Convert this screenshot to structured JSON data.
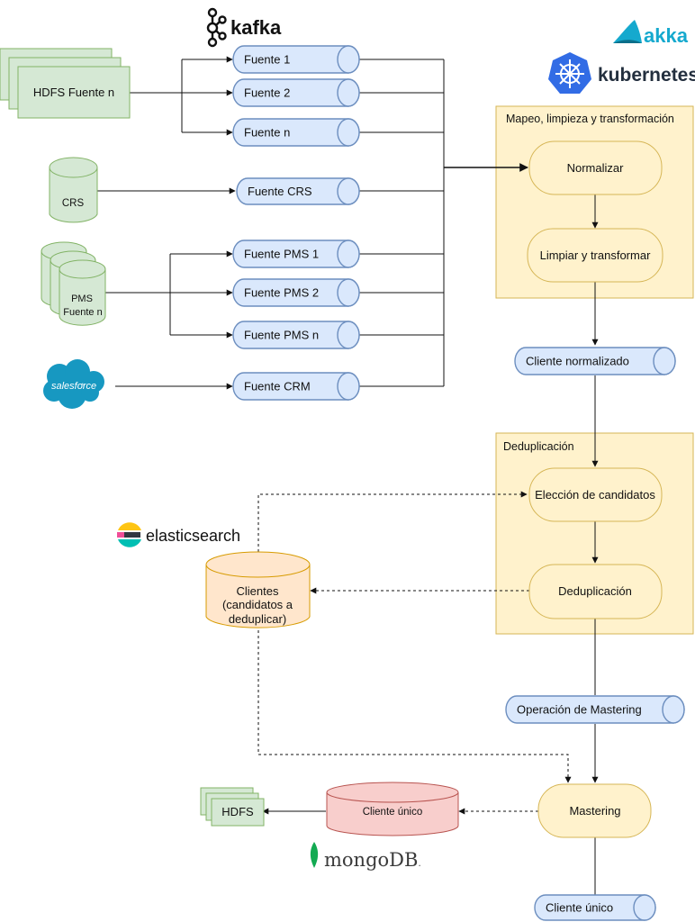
{
  "logos": {
    "kafka": "kafka",
    "akka": "akka",
    "kubernetes": "kubernetes",
    "elasticsearch": "elasticsearch",
    "mongodb": "mongoDB",
    "mongodb_mark": ".",
    "salesforce": "salesforce"
  },
  "sources": {
    "hdfs": "HDFS Fuente n",
    "crs": "CRS",
    "pms_line1": "PMS",
    "pms_line2": "Fuente n"
  },
  "topics": {
    "fuente1": "Fuente 1",
    "fuente2": "Fuente 2",
    "fuenten": "Fuente n",
    "crs": "Fuente CRS",
    "pms1": "Fuente PMS 1",
    "pms2": "Fuente PMS 2",
    "pmsn": "Fuente PMS n",
    "crm": "Fuente CRM",
    "cliente_normalizado": "Cliente normalizado",
    "operacion_mastering": "Operación de Mastering",
    "cliente_unico_out": "Cliente único"
  },
  "groups": {
    "mapeo": "Mapeo, limpieza y transformación",
    "dedup": "Deduplicación"
  },
  "processes": {
    "normalizar": "Normalizar",
    "limpiar": "Limpiar y transformar",
    "eleccion": "Elección de candidatos",
    "deduplicacion": "Deduplicación",
    "mastering": "Mastering"
  },
  "stores": {
    "clientes_line1": "Clientes",
    "clientes_line2": "(candidatos a",
    "clientes_line3": "deduplicar)",
    "cliente_unico_db": "Cliente único",
    "hdfs_out": "HDFS"
  },
  "colors": {
    "topic_fill": "#DAE8FC",
    "topic_stroke": "#6C8EBF",
    "hdfs_fill": "#D5E8D4",
    "hdfs_stroke": "#82B366",
    "group_fill": "#FFF2CC",
    "group_stroke": "#D6B656",
    "elastic_fill": "#FFE6CC",
    "elastic_stroke": "#D79B00",
    "mongo_fill": "#F8CECC",
    "mongo_stroke": "#B85450",
    "salesforce": "#1798C1",
    "kubernetes": "#326CE5",
    "akka": "#15A9CE",
    "mongodb_leaf": "#13AA52"
  }
}
